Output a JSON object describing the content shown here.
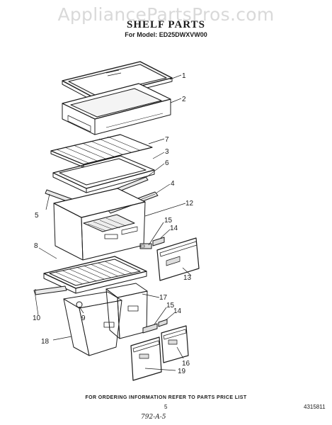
{
  "watermark": "AppliancePartsPros.com",
  "header": {
    "title": "SHELF PARTS",
    "model": "For Model: ED25DWXVW00"
  },
  "callouts": [
    "1",
    "2",
    "7",
    "3",
    "6",
    "4",
    "5",
    "12",
    "15",
    "14",
    "8",
    "13",
    "10",
    "9",
    "17",
    "15",
    "14",
    "18",
    "16",
    "19"
  ],
  "footer": {
    "ordering_note": "FOR ORDERING INFORMATION REFER TO PARTS PRICE LIST",
    "page_number": "5",
    "doc_number": "4315811",
    "handwritten": "792-A-5"
  }
}
